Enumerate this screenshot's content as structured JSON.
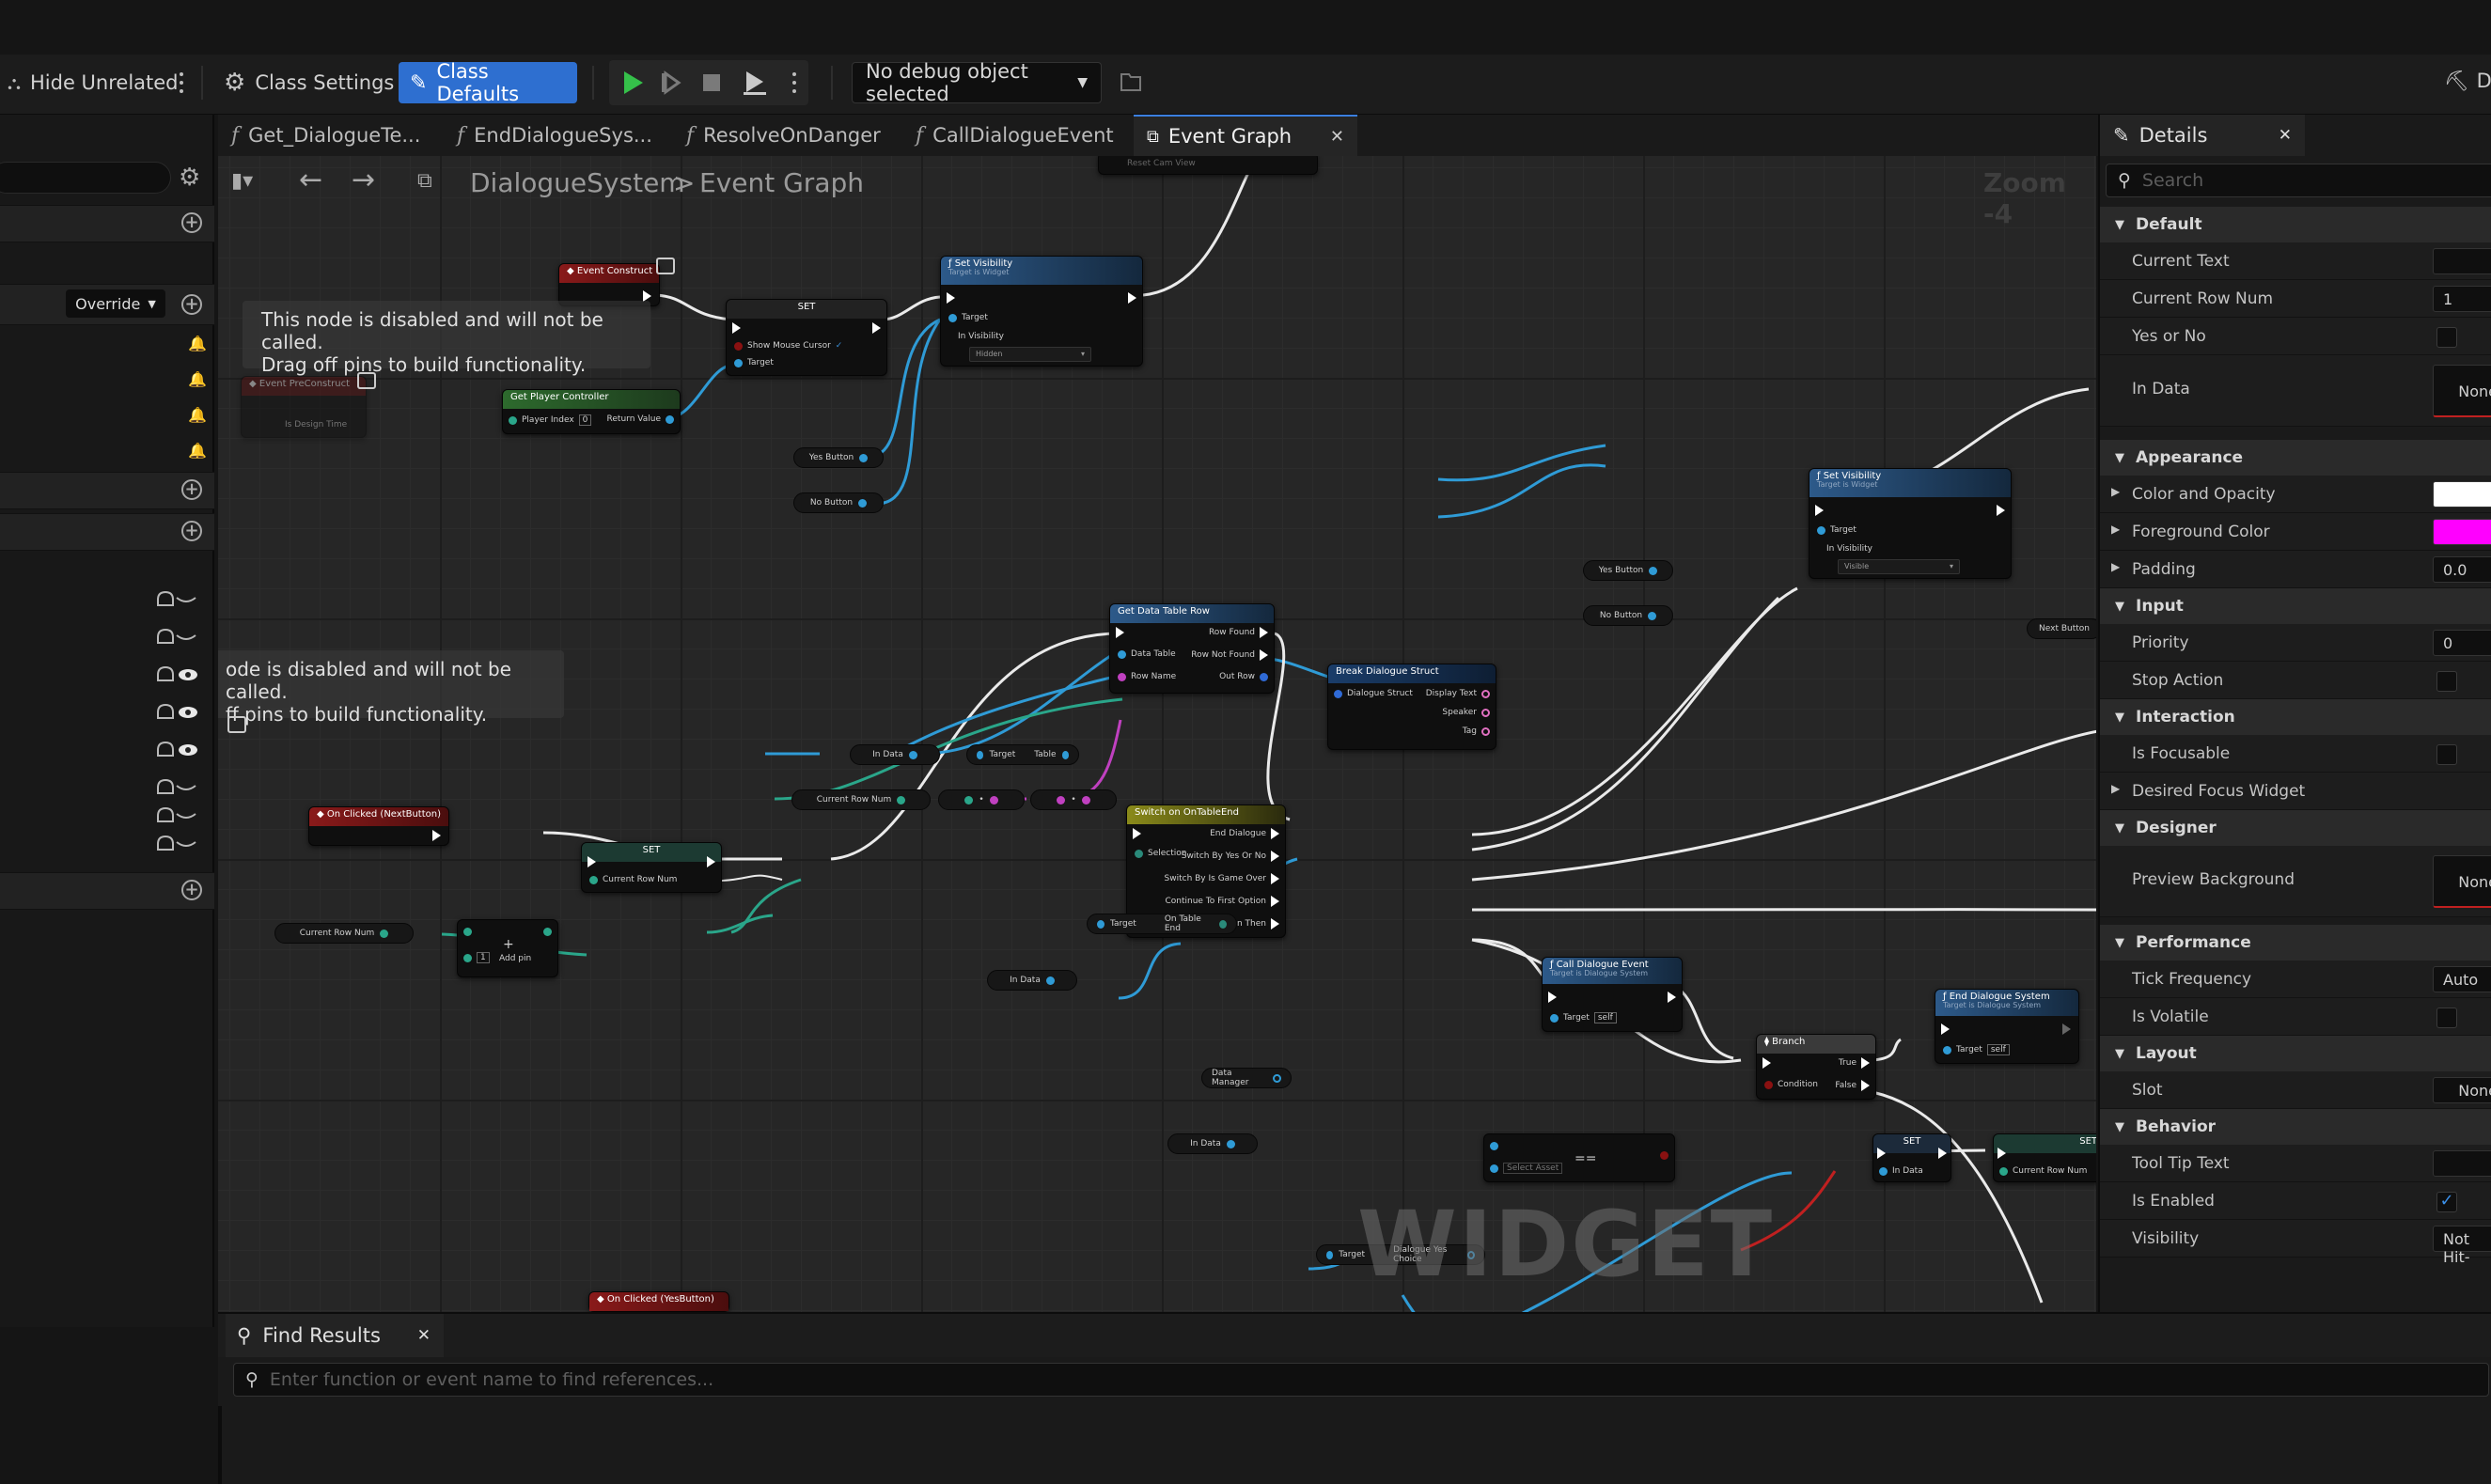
{
  "toolbar": {
    "hide_unrelated": "Hide Unrelated",
    "class_settings": "Class Settings",
    "class_defaults": "Class Defaults",
    "debug_object": "No debug object selected",
    "cut_label": "D"
  },
  "tabs": [
    {
      "label": "Get_DialogueTe..."
    },
    {
      "label": "EndDialogueSys..."
    },
    {
      "label": "ResolveOnDanger"
    },
    {
      "label": "CallDialogueEvent"
    },
    {
      "label": "Event Graph"
    }
  ],
  "left_panel": {
    "override": "Override"
  },
  "graph": {
    "breadcrumb_root": "DialogueSystem",
    "breadcrumb_sep": ">",
    "breadcrumb_current": "Event Graph",
    "zoom": "Zoom -4",
    "watermark": "WIDGET BLUEPRINT",
    "comments": [
      {
        "line1": "This node is disabled and will not be called.",
        "line2": "Drag off pins to build functionality."
      },
      {
        "line1": "ode is disabled and will not be called.",
        "line2": "ff pins to build functionality."
      }
    ],
    "nodes": {
      "event_construct": "Event Construct",
      "event_preconstruct": "Event PreConstruct",
      "is_design_time": "Is Design Time",
      "get_player_controller": "Get Player Controller",
      "player_index": "Player Index",
      "player_index_val": "0",
      "return_value": "Return Value",
      "set1": "SET",
      "show_mouse_cursor": "Show Mouse Cursor",
      "target": "Target",
      "set_visibility": "Set Visibility",
      "target_is_widget": "Target is Widget",
      "in_visibility": "In Visibility",
      "hidden": "Hidden",
      "visible": "Visible",
      "yes_button": "Yes Button",
      "no_button": "No Button",
      "get_data_table_row": "Get Data Table Row",
      "data_table": "Data Table",
      "row_name": "Row Name",
      "row_found": "Row Found",
      "row_not_found": "Row Not Found",
      "out_row": "Out Row",
      "in_data": "In Data",
      "table": "Table",
      "current_row_num": "Current Row Num",
      "break_dialogue_struct": "Break Dialogue Struct",
      "dialogue_struct": "Dialogue Struct",
      "display_text": "Display Text",
      "speaker": "Speaker",
      "tag": "Tag",
      "on_clicked_next": "On Clicked (NextButton)",
      "on_clicked_yes": "On Clicked (YesButton)",
      "set2": "SET",
      "add_pin": "Add pin",
      "add_val": "1",
      "switch_on_table_end": "Switch on OnTableEnd",
      "selection": "Selection",
      "end_dialogue": "End Dialogue",
      "switch_by_yes_or_no": "Switch By Yes Or No",
      "switch_by_is_game_over": "Switch By Is Game Over",
      "continue_to_first_option": "Continue To First Option",
      "loop_until_solution_then": "Loop Until Solution Then",
      "on_table_end": "On Table End",
      "call_dialogue_event": "Call Dialogue Event",
      "target_is_dialogue_system": "Target is Dialogue System",
      "self": "self",
      "branch": "Branch",
      "condition": "Condition",
      "true": "True",
      "false": "False",
      "end_dialogue_system": "End Dialogue System",
      "data_manager": "Data Manager",
      "dialogue_yes_choice": "Dialogue Yes Choice",
      "equals": "==",
      "select_asset": "Select Asset",
      "set3": "SET",
      "set4": "SET",
      "next_button": "Next Button",
      "reset_cam_view": "Reset Cam View"
    }
  },
  "details": {
    "title": "Details",
    "search_placeholder": "Search",
    "sections": {
      "default": "Default",
      "appearance": "Appearance",
      "input": "Input",
      "interaction": "Interaction",
      "designer": "Designer",
      "performance": "Performance",
      "layout": "Layout",
      "behavior": "Behavior"
    },
    "props": {
      "current_text": "Current Text",
      "current_row_num": "Current Row Num",
      "current_row_num_val": "1",
      "yes_or_no": "Yes or No",
      "in_data": "In Data",
      "in_data_val": "None",
      "color_and_opacity": "Color and Opacity",
      "foreground_color": "Foreground Color",
      "padding": "Padding",
      "padding_val": "0.0",
      "priority": "Priority",
      "priority_val": "0",
      "stop_action": "Stop Action",
      "is_focusable": "Is Focusable",
      "desired_focus_widget": "Desired Focus Widget",
      "preview_background": "Preview Background",
      "preview_background_val": "None",
      "tick_frequency": "Tick Frequency",
      "tick_frequency_val": "Auto",
      "is_volatile": "Is Volatile",
      "slot": "Slot",
      "slot_val": "None",
      "tool_tip_text": "Tool Tip Text",
      "is_enabled": "Is Enabled",
      "visibility": "Visibility",
      "visibility_val": "Not Hit-"
    },
    "colors": {
      "color_and_opacity": "#ffffff",
      "foreground_color": "#ff00ff"
    }
  },
  "find": {
    "title": "Find Results",
    "placeholder": "Enter function or event name to find references..."
  }
}
